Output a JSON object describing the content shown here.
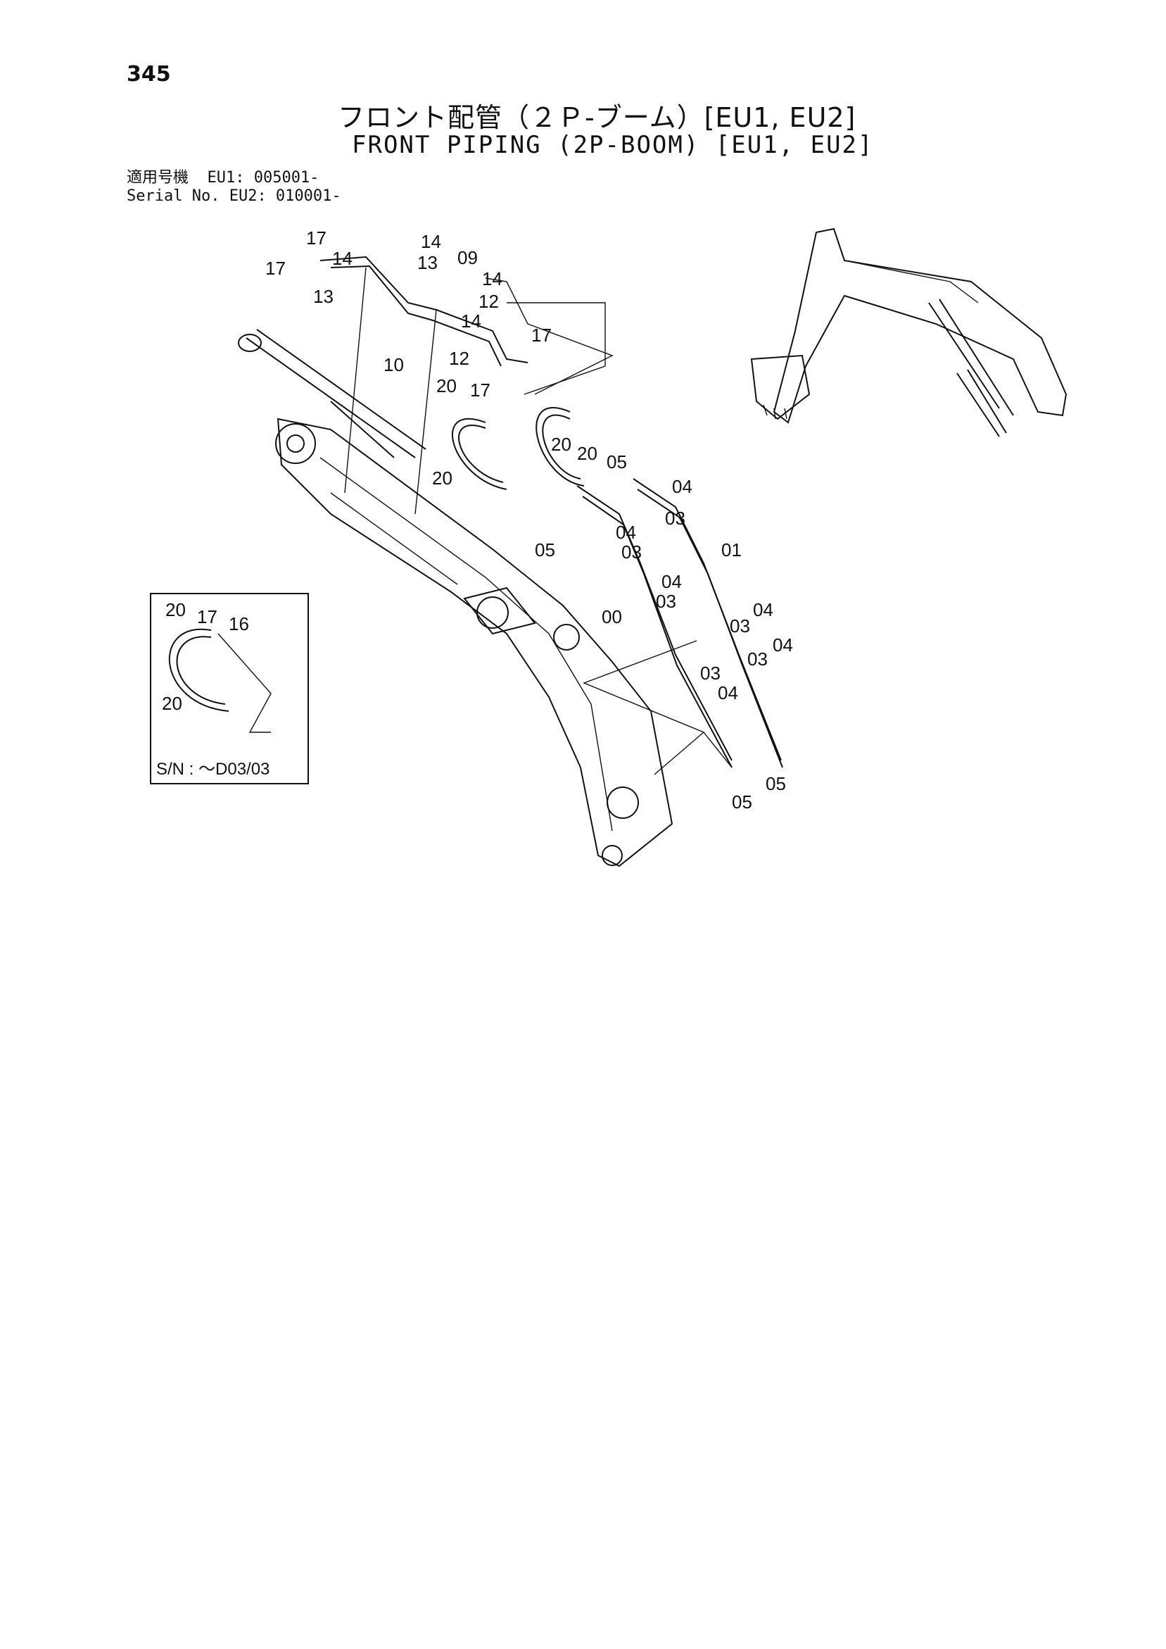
{
  "page_number": "345",
  "title_jp": "フロント配管（２Ｐ-ブーム）[EU1, EU2]",
  "title_en": "FRONT PIPING (2P-BOOM) [EU1, EU2]",
  "serial_info": {
    "row1_label": "適用号機",
    "row1_value": "EU1: 005001-",
    "row2_label": "Serial No.",
    "row2_value": "EU2: 010001-"
  },
  "callouts": {
    "c17a": "17",
    "c17b": "17",
    "c14a": "14",
    "c14b": "14",
    "c13a": "13",
    "c13b": "13",
    "c09": "09",
    "c14c": "14",
    "c12a": "12",
    "c14d": "14",
    "c17c": "17",
    "c10": "10",
    "c12b": "12",
    "c20a": "20",
    "c17d": "17",
    "c20b": "20",
    "c20c": "20",
    "c20d": "20",
    "c05a": "05",
    "c04a": "04",
    "c03a": "03",
    "c04b": "04",
    "c03b": "03",
    "c05b": "05",
    "c01": "01",
    "c00": "00",
    "c04c": "04",
    "c03c": "03",
    "c04d": "04",
    "c03d": "03",
    "c03e": "03",
    "c04e": "04",
    "c03f": "03",
    "c04f": "04",
    "c05c": "05",
    "c05d": "05"
  },
  "inset": {
    "c20a": "20",
    "c17": "17",
    "c16": "16",
    "c20b": "20",
    "caption": "S/N : ～D03/03"
  }
}
